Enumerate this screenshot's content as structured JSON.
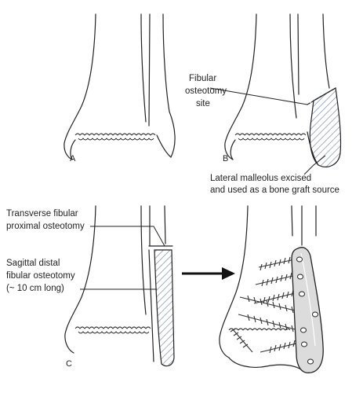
{
  "panels": {
    "a": {
      "letter": "A"
    },
    "b": {
      "letter": "B",
      "osteotomy_label": [
        "Fibular",
        "osteotomy",
        "site"
      ],
      "malleolus_label": [
        "Lateral malleolus excised",
        "and used as a bone graft source"
      ]
    },
    "c": {
      "letter": "C",
      "transverse_label": [
        "Transverse fibular",
        "proximal osteotomy"
      ],
      "sagittal_label": [
        "Sagittal distal",
        "fibular osteotomy",
        "(~ 10 cm long)"
      ]
    }
  },
  "colors": {
    "ink": "#222222",
    "hatch": "#6f86a8",
    "plate": "#dcdcdc"
  }
}
